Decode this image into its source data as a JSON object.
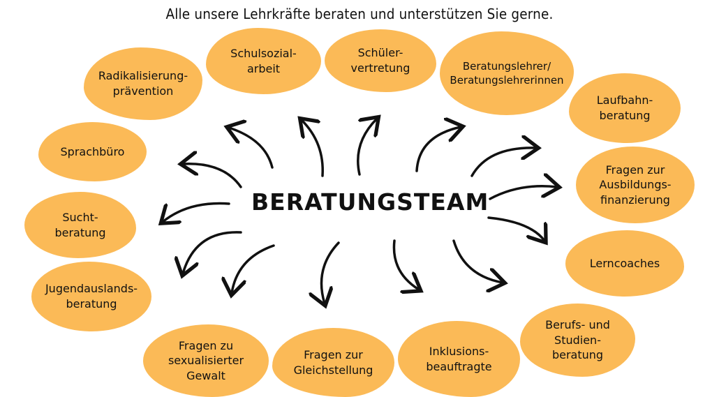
{
  "header": {
    "title": "Alle unsere Lehrkräfte beraten und unterstützen Sie gerne."
  },
  "center": {
    "label": "BERATUNGSTEAM"
  },
  "colors": {
    "blob": "#fbba57",
    "text": "#111111"
  },
  "topics": [
    "Radikalisierung-\nprävention",
    "Schulsozial-\narbeit",
    "Schüler-\nvertretung",
    "Beratungslehrer/\nBeratungslehrerinnen",
    "Laufbahn-\nberatung",
    "Fragen zur\nAusbildungs-\nfinanzierung",
    "Lerncoaches",
    "Berufs- und\nStudien-\nberatung",
    "Inklusions-\nbeauftragte",
    "Fragen zur\nGleichstellung",
    "Fragen zu\nsexualisierter\nGewalt",
    "Jugendauslands-\nberatung",
    "Sucht-\nberatung",
    "Sprachbüro"
  ]
}
